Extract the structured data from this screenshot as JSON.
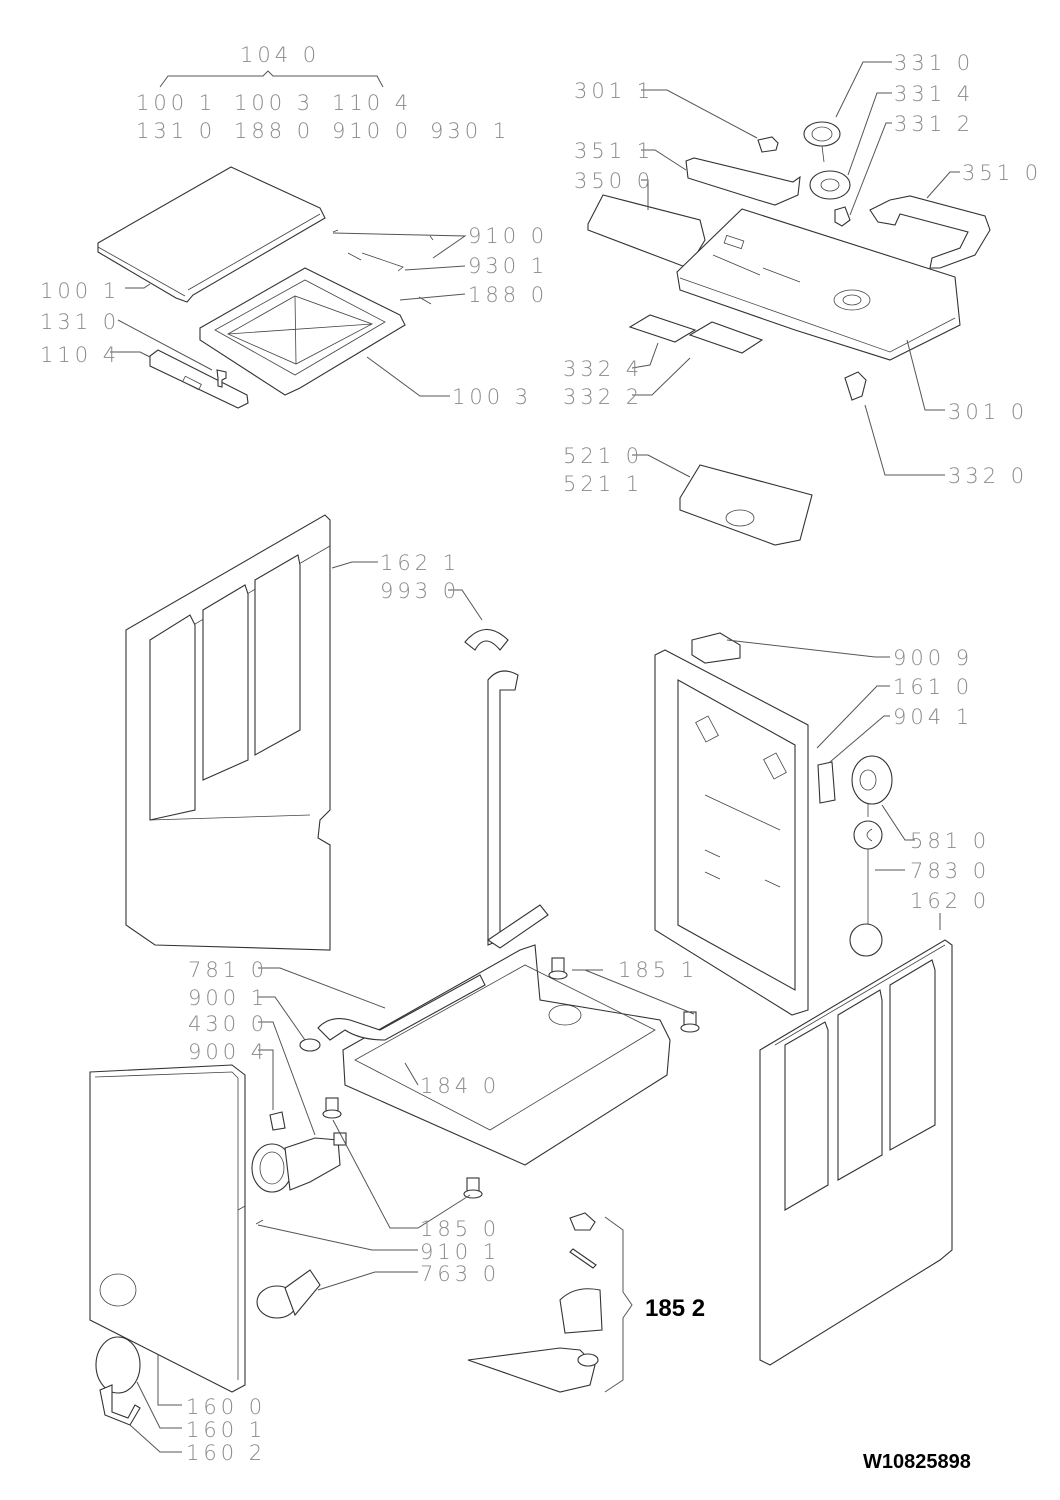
{
  "diagram": {
    "document_code": "W10825898",
    "top_assembly": {
      "group_label": "104 0",
      "group_row1": [
        "100 1",
        "100 3",
        "110 4"
      ],
      "group_row2": [
        "131 0",
        "188 0",
        "910 0",
        "930 1"
      ]
    },
    "labels": {
      "l1001": "100 1",
      "l1310": "131 0",
      "l1104": "110 4",
      "l9100": "910 0",
      "l9301": "930 1",
      "l1880": "188 0",
      "l1003": "100 3",
      "l3011": "301 1",
      "l3511": "351 1",
      "l3500": "350 0",
      "l3310": "331 0",
      "l3314": "331 4",
      "l3312": "331 2",
      "l3510": "351 0",
      "l3324": "332 4",
      "l3322": "332 2",
      "l3010": "301 0",
      "l3320": "332 0",
      "l5210": "521 0",
      "l5211": "521 1",
      "l1621": "162 1",
      "l9930": "993 0",
      "l9009": "900 9",
      "l1610": "161 0",
      "l9041": "904 1",
      "l5810": "581 0",
      "l7830": "783 0",
      "l1620": "162 0",
      "l7810": "781 0",
      "l9001": "900 1",
      "l4300": "430 0",
      "l9004": "900 4",
      "l1851": "185 1",
      "l1840": "184 0",
      "l1850": "185 0",
      "l9101": "910 1",
      "l7630": "763 0",
      "l1600": "160 0",
      "l1601": "160 1",
      "l1602": "160 2",
      "l1852": "185 2"
    }
  }
}
